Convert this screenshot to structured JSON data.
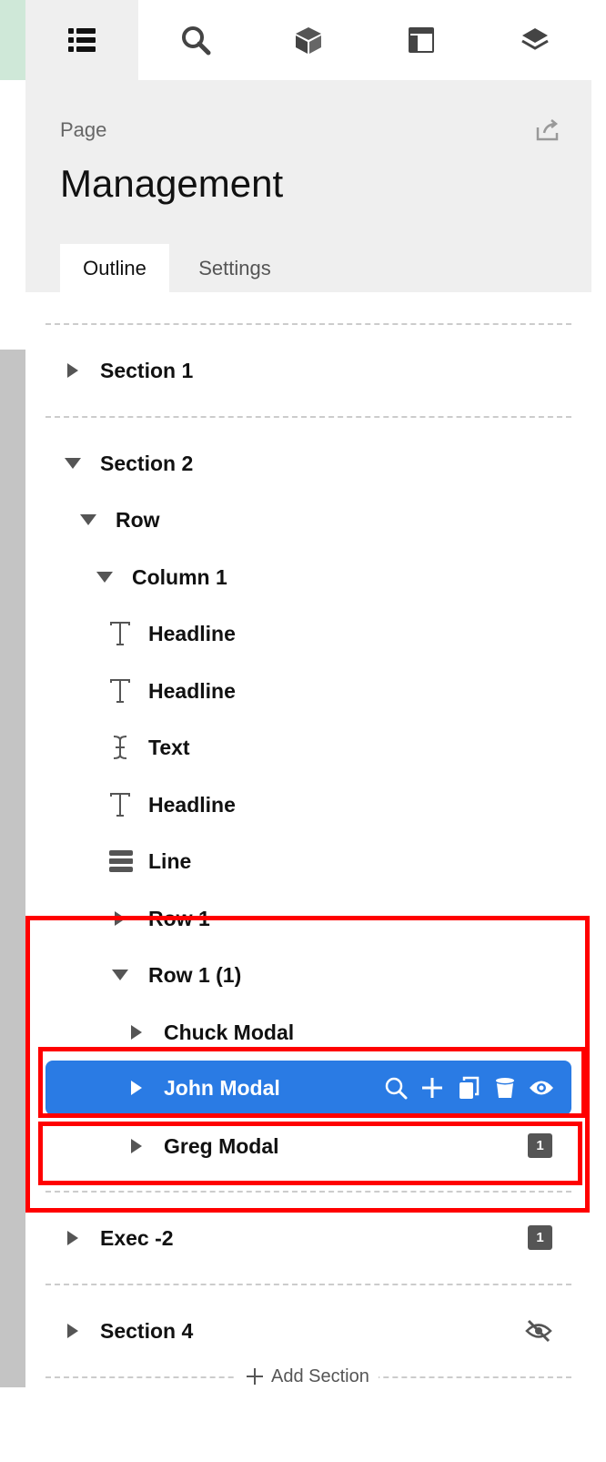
{
  "toolbar": {
    "items": [
      {
        "icon": "outline-list-icon",
        "active": true
      },
      {
        "icon": "search-icon",
        "active": false
      },
      {
        "icon": "cube-icon",
        "active": false
      },
      {
        "icon": "layout-icon",
        "active": false
      },
      {
        "icon": "layers-icon",
        "active": false
      }
    ]
  },
  "header": {
    "page_label": "Page",
    "title": "Management",
    "tabs": [
      {
        "label": "Outline",
        "active": true
      },
      {
        "label": "Settings",
        "active": false
      }
    ]
  },
  "outline": {
    "items": [
      {
        "label": "Section 1",
        "type": "section",
        "expanded": false
      },
      {
        "label": "Section 2",
        "type": "section",
        "expanded": true
      },
      {
        "label": "Row",
        "type": "row",
        "expanded": true
      },
      {
        "label": "Column 1",
        "type": "column",
        "expanded": true
      },
      {
        "label": "Headline",
        "type": "headline",
        "icon": "text-T-icon"
      },
      {
        "label": "Headline",
        "type": "headline",
        "icon": "text-T-icon"
      },
      {
        "label": "Text",
        "type": "text",
        "icon": "text-cursor-icon"
      },
      {
        "label": "Headline",
        "type": "headline",
        "icon": "text-T-icon"
      },
      {
        "label": "Line",
        "type": "line",
        "icon": "line-icon"
      },
      {
        "label": "Row 1",
        "type": "row",
        "expanded": false
      },
      {
        "label": "Row 1 (1)",
        "type": "row",
        "expanded": true
      },
      {
        "label": "Chuck Modal",
        "type": "modal",
        "expanded": false
      },
      {
        "label": "John Modal",
        "type": "modal",
        "expanded": false,
        "selected": true
      },
      {
        "label": "Greg Modal",
        "type": "modal",
        "expanded": false,
        "badge": "1"
      },
      {
        "label": "Exec -2",
        "type": "section",
        "expanded": false,
        "badge": "1"
      },
      {
        "label": "Section 4",
        "type": "section",
        "expanded": false,
        "hidden_icon": "eye-slash-icon"
      }
    ],
    "selected_actions": [
      "search-icon",
      "plus-icon",
      "duplicate-icon",
      "trash-icon",
      "eye-icon"
    ],
    "add_section_label": "Add Section"
  },
  "colors": {
    "selected_bg": "#2a7be4",
    "highlight": "#ff0000",
    "badge_bg": "#555555"
  }
}
